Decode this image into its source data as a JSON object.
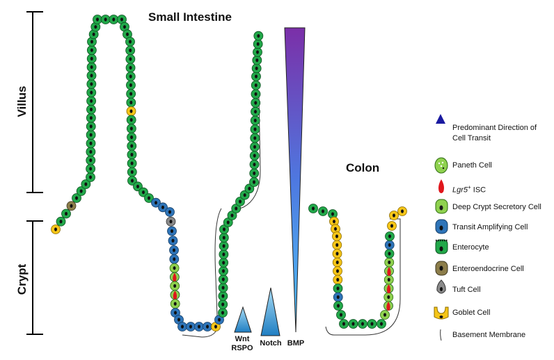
{
  "titles": {
    "small_intestine": "Small Intestine",
    "colon": "Colon"
  },
  "axis_labels": {
    "villus": "Villus",
    "crypt": "Crypt"
  },
  "gradients": {
    "wnt_line1": "Wnt",
    "wnt_line2": "RSPO",
    "notch": "Notch",
    "bmp": "BMP"
  },
  "legend": {
    "direction_line1": "Predominant Direction of",
    "direction_line2": "Cell Transit",
    "items": [
      {
        "label": "Paneth Cell",
        "icon": "paneth-cell-icon"
      },
      {
        "label_italic": "Lgr5",
        "label_sup": "+",
        "label_rest": " ISC",
        "icon": "lgr5-isc-icon"
      },
      {
        "label": "Deep Crypt Secretory Cell",
        "icon": "deep-crypt-secretory-cell-icon"
      },
      {
        "label": "Transit Amplifying Cell",
        "icon": "transit-amplifying-cell-icon"
      },
      {
        "label": "Enterocyte",
        "icon": "enterocyte-icon"
      },
      {
        "label": "Enteroendocrine Cell",
        "icon": "enteroendocrine-cell-icon"
      },
      {
        "label": "Tuft Cell",
        "icon": "tuft-cell-icon"
      },
      {
        "label": "Goblet Cell",
        "icon": "goblet-cell-icon"
      },
      {
        "label": "Basement Membrane",
        "icon": "basement-membrane-icon"
      }
    ]
  },
  "colors": {
    "enterocyte": "#22a84a",
    "transit_amplifying": "#2e74b8",
    "paneth": "#8fd14f",
    "lgr5": "#e0161c",
    "goblet": "#f5c518",
    "enteroendocrine": "#8c7d4a",
    "tuft": "#8a8a8a",
    "arrow_top": "#1a1aa0",
    "arrow_bottom": "#8a3fbf",
    "bmp_top": "#7b2fa8",
    "bmp_bottom": "#4fc3f7"
  }
}
